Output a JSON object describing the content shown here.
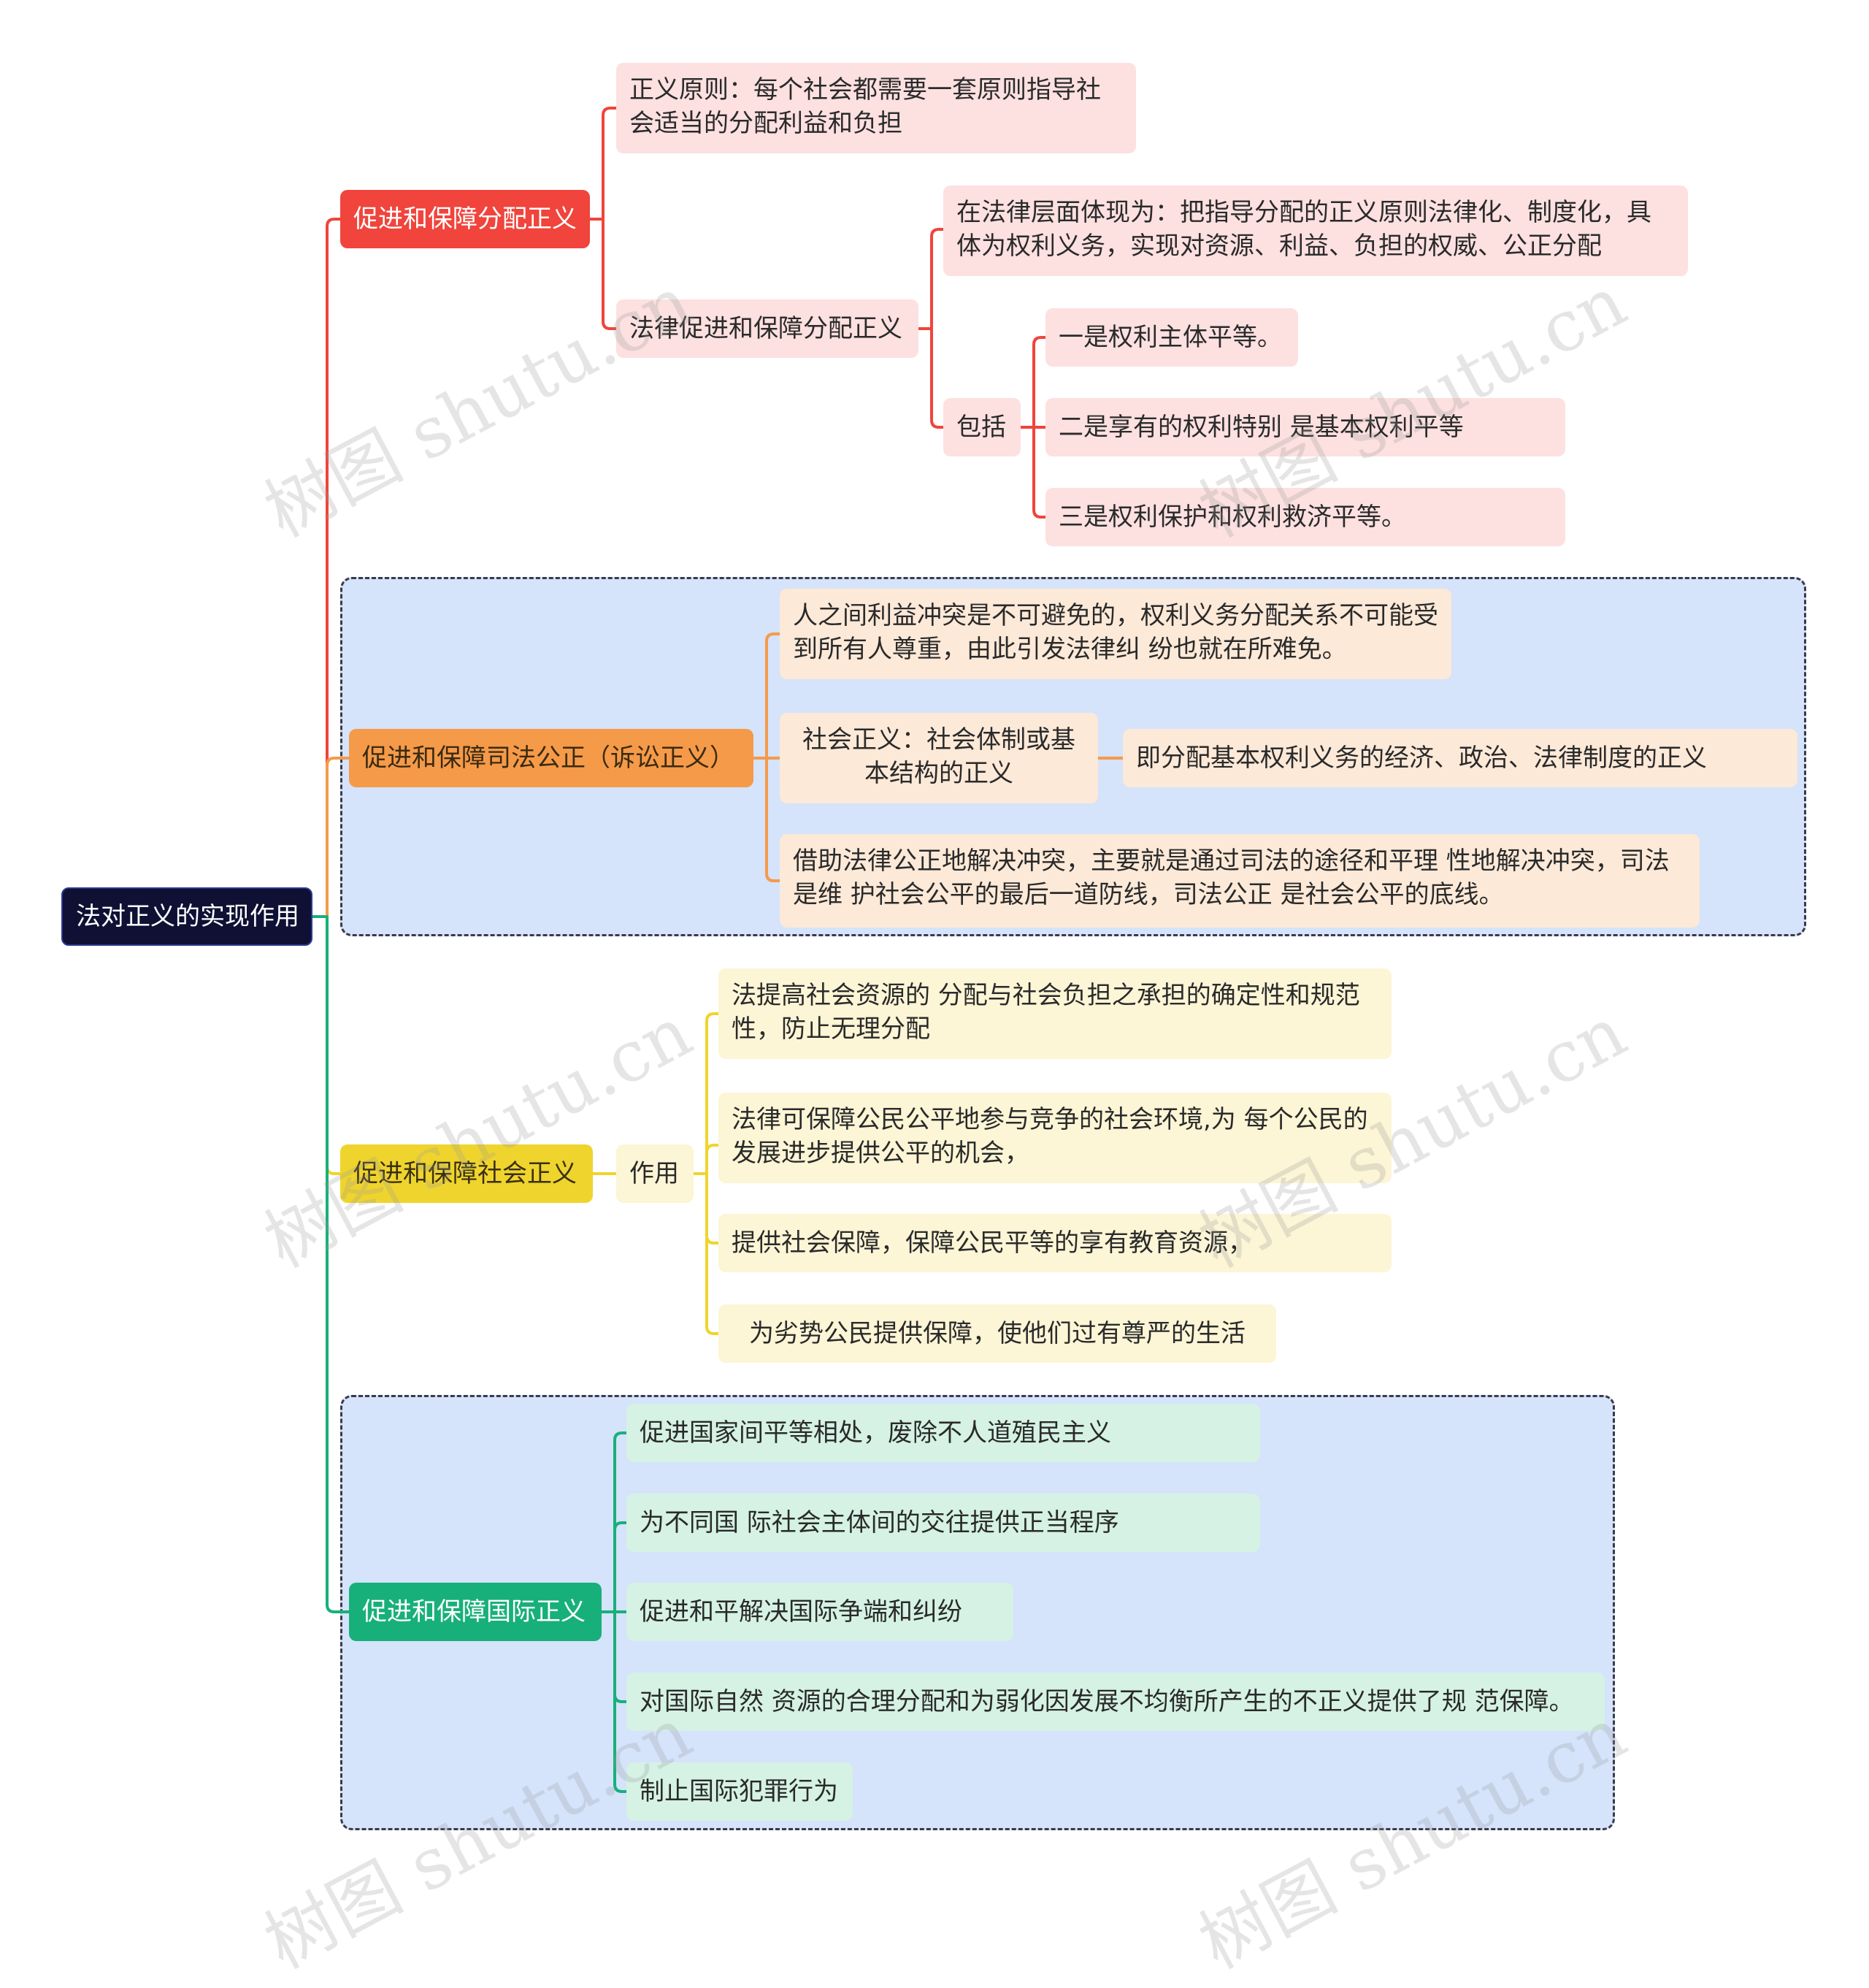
{
  "root": "法对正义的实现作用",
  "branch_red": {
    "title": "促进和保障分配正义",
    "principle": "正义原则：每个社会都需要一套原则指导社会适当的分配利益和负担",
    "law": {
      "title": "法律促进和保障分配正义",
      "legal_level": "在法律层面体现为：把指导分配的正义原则法律化、制度化，具体为权利义务，实现对资源、利益、负担的权威、公正分配",
      "includes": {
        "title": "包括",
        "items": [
          "一是权利主体平等。",
          "二是享有的权利特别 是基本权利平等",
          "三是权利保护和权利救济平等。"
        ]
      }
    }
  },
  "branch_orange": {
    "title": "促进和保障司法公正（诉讼正义）",
    "conflict": "人之间利益冲突是不可避免的，权利义务分配关系不可能受到所有人尊重，由此引发法律纠 纷也就在所难免。",
    "social_justice": "社会正义：社会体制或基本结构的正义",
    "social_justice_detail": "即分配基本权利义务的经济、政治、法律制度的正义",
    "resolve": "借助法律公正地解决冲突，主要就是通过司法的途径和平理 性地解决冲突，司法是维 护社会公平的最后一道防线，司法公正 是社会公平的底线。"
  },
  "branch_yellow": {
    "title": "促进和保障社会正义",
    "role": "作用",
    "items": [
      "法提高社会资源的 分配与社会负担之承担的确定性和规范性，防止无理分配",
      "法律可保障公民公平地参与竞争的社会环境,为 每个公民的发展进步提供公平的机会，",
      "提供社会保障，保障公民平等的享有教育资源，",
      "为劣势公民提供保障，使他们过有尊严的生活"
    ]
  },
  "branch_green": {
    "title": "促进和保障国际正义",
    "items": [
      "促进国家间平等相处，废除不人道殖民主义",
      "为不同国 际社会主体间的交往提供正当程序",
      "促进和平解决国际争端和纠纷",
      "对国际自然 资源的合理分配和为弱化因发展不均衡所产生的不正义提供了规 范保障。",
      "制止国际犯罪行为"
    ]
  },
  "watermark": "树图 shutu.cn",
  "colors": {
    "red": "#f0443c",
    "orange": "#f59a49",
    "yellow": "#efd42e",
    "green": "#18b07a",
    "root": "#0f1034",
    "group_bg": "#d5e3fb"
  }
}
